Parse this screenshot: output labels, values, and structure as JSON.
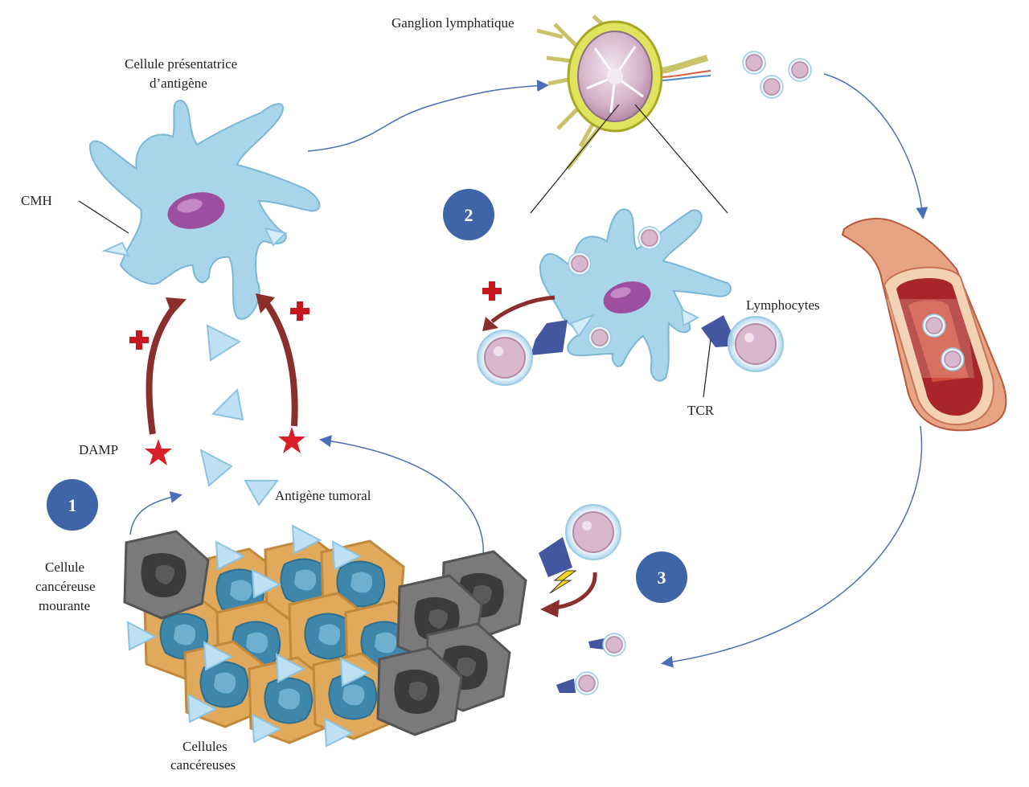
{
  "labels": {
    "lymph_node": "Ganglion lymphatique",
    "apc_line1": "Cellule présentatrice",
    "apc_line2": "d’antigène",
    "cmh": "CMH",
    "lymphocytes": "Lymphocytes",
    "tcr": "TCR",
    "damp": "DAMP",
    "tumor_antigen": "Antigène tumoral",
    "dying_line1": "Cellule",
    "dying_line2": "cancéreuse",
    "dying_line3": "mourante",
    "cancer_line1": "Cellules",
    "cancer_line2": "cancéreuses"
  },
  "steps": [
    "1",
    "2",
    "3"
  ],
  "colors": {
    "step_badge": "#3f64a8",
    "dendritic_cell": "#a9d5ea",
    "nucleus": "#9b4f9e",
    "antigen": "#bfe0f2",
    "damp_star": "#d8202a",
    "plus": "#c8171f",
    "dark_arrow": "#8b2f2c",
    "flow_arrow": "#4b6fb6",
    "lymphocyte": "#d9b7cf",
    "tcr": "#4456a0",
    "cancer_cell": "#e0a95c",
    "cancer_nucleus": "#3f87aa",
    "dying_cell": "#7a7a7a",
    "vessel": "#c94b3a",
    "lightning": "#f5d31e"
  }
}
